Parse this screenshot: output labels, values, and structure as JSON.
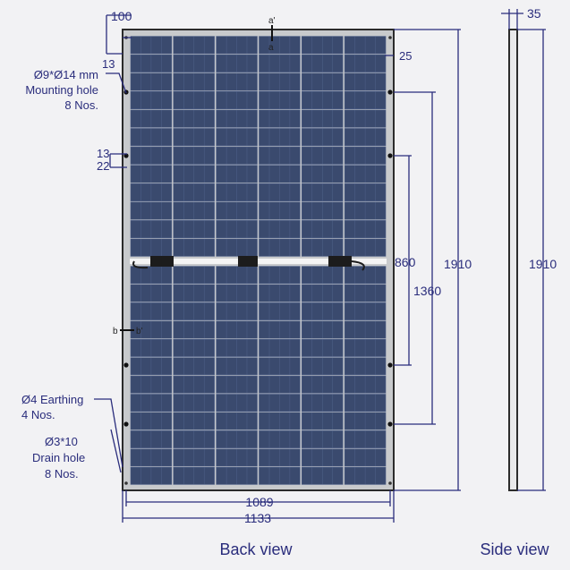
{
  "views": {
    "back": "Back view",
    "side": "Side view"
  },
  "dimensions": {
    "corner_top": "100",
    "corner_offset": "13",
    "hole_spacing_top": "25",
    "panel_height": "1910",
    "mount_spacing": "1360",
    "inner_spacing": "860",
    "earthing_offset_1": "13",
    "earthing_offset_2": "22",
    "cell_width": "1089",
    "panel_width": "1133",
    "side_thickness": "35",
    "side_height": "1910"
  },
  "callouts": {
    "mounting_hole_1": "Ø9*Ø14 mm",
    "mounting_hole_2": "Mounting hole",
    "mounting_hole_3": "8 Nos.",
    "earthing_1": "Ø4 Earthing",
    "earthing_2": "4 Nos.",
    "drain_1": "Ø3*10",
    "drain_2": "Drain hole",
    "drain_3": "8 Nos."
  },
  "section_marks": {
    "a_prime": "a'",
    "a": "a",
    "b": "b",
    "b_prime": "b'"
  },
  "colors": {
    "frame": "#c8cacc",
    "frame_edge": "#2b2b2b",
    "cell": "#3a4a6e",
    "grid": "#dfe3ec",
    "annotation": "#2a2d7c"
  }
}
